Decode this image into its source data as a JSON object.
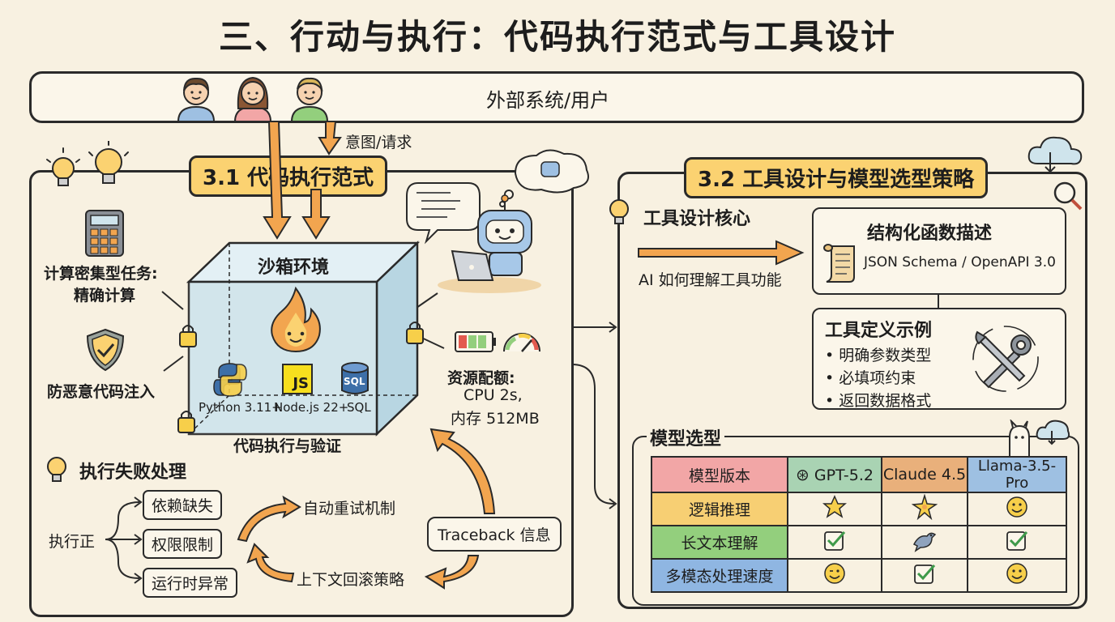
{
  "title": "三、行动与执行：代码执行范式与工具设计",
  "external": {
    "label": "外部系统/用户",
    "intent": "意图/请求"
  },
  "section1": {
    "heading": "3.1 代码执行范式",
    "sandbox": {
      "label": "沙箱环境",
      "runtimes": [
        "Python 3.11+",
        "Node.js 22+",
        "SQL"
      ],
      "runtime_icons": [
        "JS",
        "SQL"
      ],
      "caption": "代码执行与验证"
    },
    "compute_task": {
      "line1": "计算密集型任务:",
      "line2": "精确计算"
    },
    "security": "防恶意代码注入",
    "resource": {
      "line1": "资源配额:",
      "line2": "CPU 2s,",
      "line3": "内存 512MB"
    },
    "failure": {
      "heading": "执行失败处理",
      "source": "执行正",
      "errors": [
        "依赖缺失",
        "权限限制",
        "运行时异常"
      ],
      "retry": "自动重试机制",
      "rollback": "上下文回滚策略",
      "traceback": "Traceback 信息"
    }
  },
  "section2": {
    "heading": "3.2 工具设计与模型选型策略",
    "core": {
      "heading": "工具设计核心",
      "question": "AI 如何理解工具功能"
    },
    "structured": {
      "title": "结构化函数描述",
      "spec": "JSON Schema / OpenAPI 3.0"
    },
    "example": {
      "title": "工具定义示例",
      "items": [
        "明确参数类型",
        "必填项约束",
        "返回数据格式"
      ]
    },
    "model": {
      "heading": "模型选型",
      "header": [
        "模型版本",
        "GPT-5.2",
        "Claude 4.5",
        "Llama-3.5-Pro"
      ],
      "rows": [
        {
          "label": "逻辑推理",
          "cells": [
            "star",
            "sparkle-star",
            "smile"
          ]
        },
        {
          "label": "长文本理解",
          "cells": [
            "check",
            "bird",
            "check"
          ]
        },
        {
          "label": "多模态处理速度",
          "cells": [
            "wink",
            "check",
            "smile"
          ]
        }
      ]
    }
  },
  "colors": {
    "background": "#f8f1e1",
    "highlight": "#fbd271",
    "sandbox": "#cfe4ec",
    "arrow": "#f2a54f",
    "header_pink": "#f2a6a6",
    "header_green": "#a9d3b3",
    "header_orange": "#e9b07b",
    "header_blue": "#9ec0e2",
    "row_yellow": "#f7cf73",
    "row_green": "#93cf7d",
    "row_blue": "#8fb6e2"
  }
}
